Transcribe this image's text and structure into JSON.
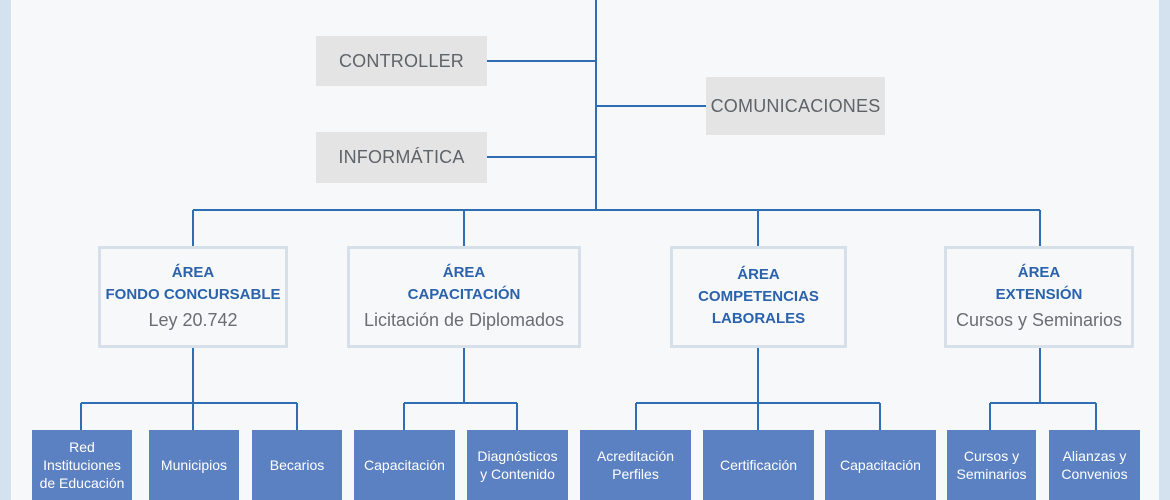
{
  "support_units": {
    "controller": "CONTROLLER",
    "comunicaciones": "COMUNICACIONES",
    "informatica": "INFORMÁTICA"
  },
  "areas": [
    {
      "title_line1": "ÁREA",
      "title_line2": "FONDO CONCURSABLE",
      "subtitle": "Ley 20.742"
    },
    {
      "title_line1": "ÁREA",
      "title_line2": "CAPACITACIÓN",
      "subtitle": "Licitación de Diplomados"
    },
    {
      "title_line1": "ÁREA",
      "title_line2": "COMPETENCIAS",
      "title_line3": "LABORALES"
    },
    {
      "title_line1": "ÁREA",
      "title_line2": "EXTENSIÓN",
      "subtitle": "Cursos y Seminarios"
    }
  ],
  "units": [
    {
      "line1": "Red",
      "line2": "Instituciones",
      "line3": "de Educación"
    },
    {
      "line1": "Municipios"
    },
    {
      "line1": "Becarios"
    },
    {
      "line1": "Capacitación"
    },
    {
      "line1": "Diagnósticos",
      "line2": "y Contenido"
    },
    {
      "line1": "Acreditación",
      "line2": "Perfiles"
    },
    {
      "line1": "Certificación"
    },
    {
      "line1": "Capacitación"
    },
    {
      "line1": "Cursos y",
      "line2": "Seminarios"
    },
    {
      "line1": "Alianzas y",
      "line2": "Convenios"
    }
  ],
  "colors": {
    "page_background": "#d4e1ef",
    "diagram_background": "#f7f8fa",
    "connector_lines": "#2f6db5",
    "support_box": "#e4e4e4",
    "area_border": "#d7dfe9",
    "area_title": "#2a62ac",
    "unit_box": "#5b81c2"
  }
}
